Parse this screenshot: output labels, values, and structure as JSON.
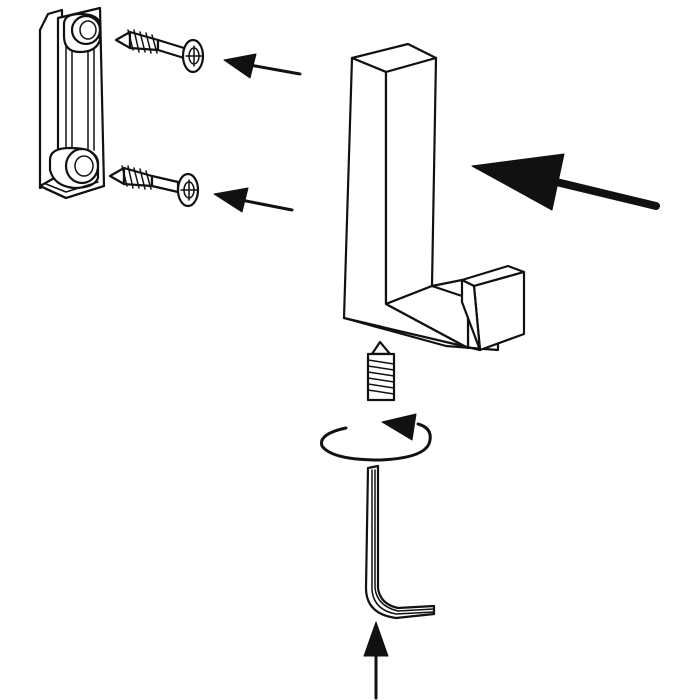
{
  "diagram": {
    "kind": "mounting-instructions",
    "parts": [
      "mounting-bracket",
      "wall-screw",
      "hook",
      "set-screw",
      "allen-key"
    ],
    "steps": [
      "screw-bracket-to-wall",
      "slide-hook-onto-bracket",
      "tighten-set-screw-with-allen-key"
    ],
    "stroke_color": "#111111",
    "fill_color": "#ffffff",
    "icons": [
      "arrow-icon",
      "rotation-arrow-icon",
      "phillips-head-icon"
    ]
  }
}
